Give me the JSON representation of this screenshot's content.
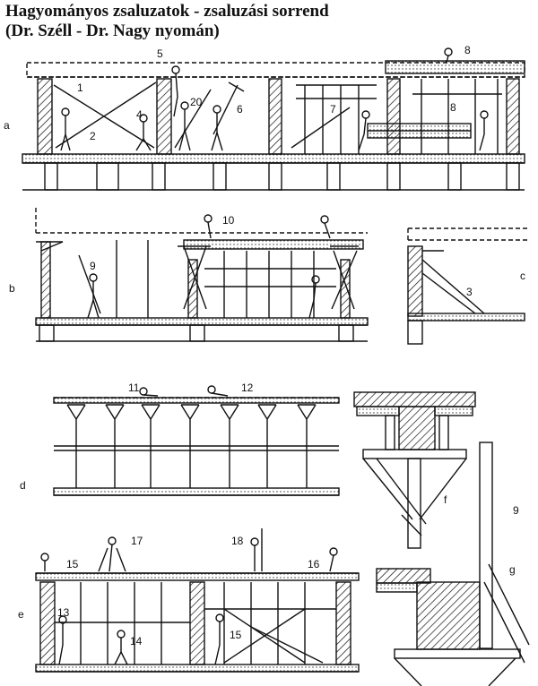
{
  "title": "Hagyományos zsaluzatok - zsaluzási sorrend",
  "subtitle": "(Dr. Széll - Dr. Nagy nyomán)",
  "panels": {
    "a": "a",
    "b": "b",
    "c": "c",
    "d": "d",
    "e": "e",
    "f": "f",
    "g": "g"
  },
  "numbers": {
    "n1": "1",
    "n2": "2",
    "n3": "3",
    "n4": "4",
    "n5": "5",
    "n6": "6",
    "n7": "7",
    "n8a": "8",
    "n8b": "8",
    "n9": "9",
    "n9g": "9",
    "n10": "10",
    "n11": "11",
    "n12": "12",
    "n13": "13",
    "n14": "14",
    "n15a": "15",
    "n15b": "15",
    "n16": "16",
    "n17": "17",
    "n18": "18",
    "n20": "20"
  }
}
